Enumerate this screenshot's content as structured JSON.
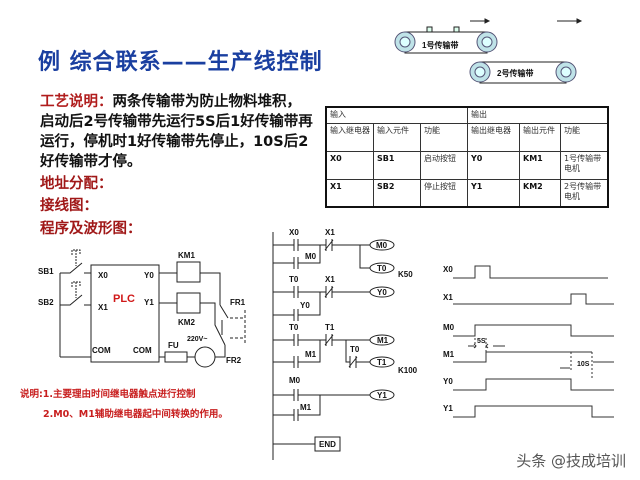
{
  "title": "例  综合联系——生产线控制",
  "conveyor": {
    "belt1": "1号传输带",
    "belt2": "2号传输带"
  },
  "description": {
    "label": "工艺说明：",
    "text": "两条传输带为防止物料堆积，启动后2号传输带先运行5S后1好传输带再运行，停机时1好传输带先停止，10S后2好传输带才停。"
  },
  "sections": {
    "address": "地址分配：",
    "wiring": "接线图：",
    "program": "程序及波形图："
  },
  "table": {
    "group_headers": [
      "输入",
      "输出"
    ],
    "headers": [
      "输入继电器",
      "输入元件",
      "功能",
      "输出继电器",
      "输出元件",
      "功能"
    ],
    "rows": [
      [
        "X0",
        "SB1",
        "启动按钮",
        "Y0",
        "KM1",
        "1号传输带电机"
      ],
      [
        "X1",
        "SB2",
        "停止按钮",
        "Y1",
        "KM2",
        "2号传输带电机"
      ]
    ]
  },
  "wiring": {
    "sb1": "SB1",
    "sb2": "SB2",
    "x0": "X0",
    "x1": "X1",
    "y0": "Y0",
    "y1": "Y1",
    "plc": "PLC",
    "com1": "COM",
    "com2": "COM",
    "km1": "KM1",
    "km2": "KM2",
    "fu": "FU",
    "voltage": "220V~",
    "fr1": "FR1",
    "fr2": "FR2"
  },
  "ladder": {
    "r1": {
      "c1": "X0",
      "c2": "X1",
      "branch": "M0",
      "coil1": "M0",
      "coil2": "T0",
      "k": "K50"
    },
    "r2": {
      "c1": "T0",
      "c2": "X1",
      "branch": "Y0",
      "coil": "Y0"
    },
    "r3": {
      "c1": "T0",
      "c2": "T1",
      "branch": "M1",
      "c3": "T0",
      "coil1": "M1",
      "coil2": "T1",
      "k": "K100"
    },
    "r4": {
      "c1": "M0",
      "branch": "M1",
      "coil": "Y1"
    },
    "end": "END"
  },
  "waveform": {
    "signals": [
      "X0",
      "X1",
      "M0",
      "M1",
      "Y0",
      "Y1"
    ],
    "delay_on": "5S",
    "delay_off": "10S"
  },
  "notes": [
    "说明:1.主要理由时间继电器触点进行控制",
    "2.M0、M1辅助继电器起中间转换的作用。"
  ],
  "watermark": "头条 @技成培训"
}
